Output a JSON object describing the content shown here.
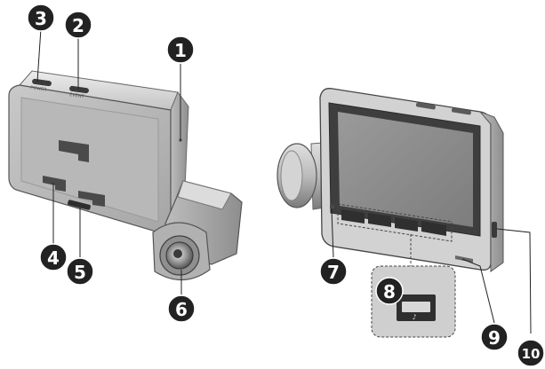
{
  "callouts": [
    {
      "id": "1",
      "label": "1"
    },
    {
      "id": "2",
      "label": "2"
    },
    {
      "id": "3",
      "label": "3"
    },
    {
      "id": "4",
      "label": "4"
    },
    {
      "id": "5",
      "label": "5"
    },
    {
      "id": "6",
      "label": "6"
    },
    {
      "id": "7",
      "label": "7"
    },
    {
      "id": "8",
      "label": "8"
    },
    {
      "id": "9",
      "label": "9"
    },
    {
      "id": "10",
      "label": "10"
    }
  ],
  "device_labels": {
    "top_button_left": "POWER",
    "top_button_right": "EVENT"
  },
  "colors": {
    "callout_fill": "#222222",
    "body_light": "#d6d6d6",
    "body_mid": "#a9a9a9",
    "body_dark": "#5a5a5a",
    "screen": "#8c8c8c",
    "button": "#3a3a3a",
    "inset_bg": "#cfcfcf"
  }
}
